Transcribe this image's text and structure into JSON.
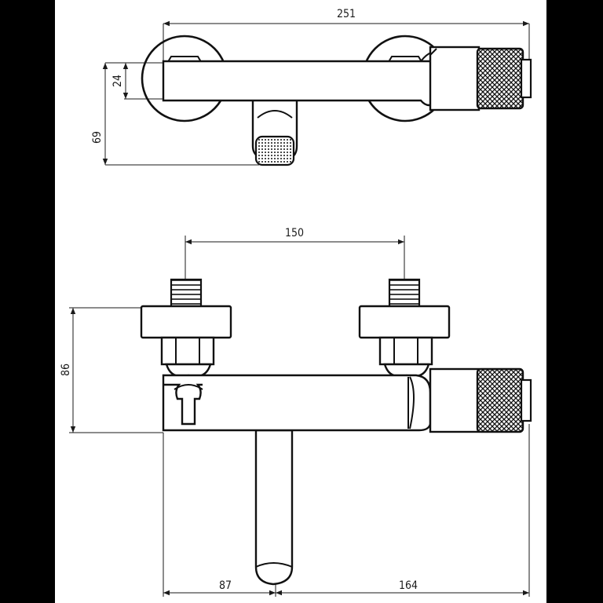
{
  "drawing": {
    "dimensions": {
      "top_width": "251",
      "top_height_small": "24",
      "top_height_total": "69",
      "connection_spacing": "150",
      "front_height": "86",
      "left_offset": "87",
      "right_offset": "164"
    }
  },
  "colors": {
    "background": "#000000",
    "sheet": "#ffffff",
    "line": "#111111"
  }
}
